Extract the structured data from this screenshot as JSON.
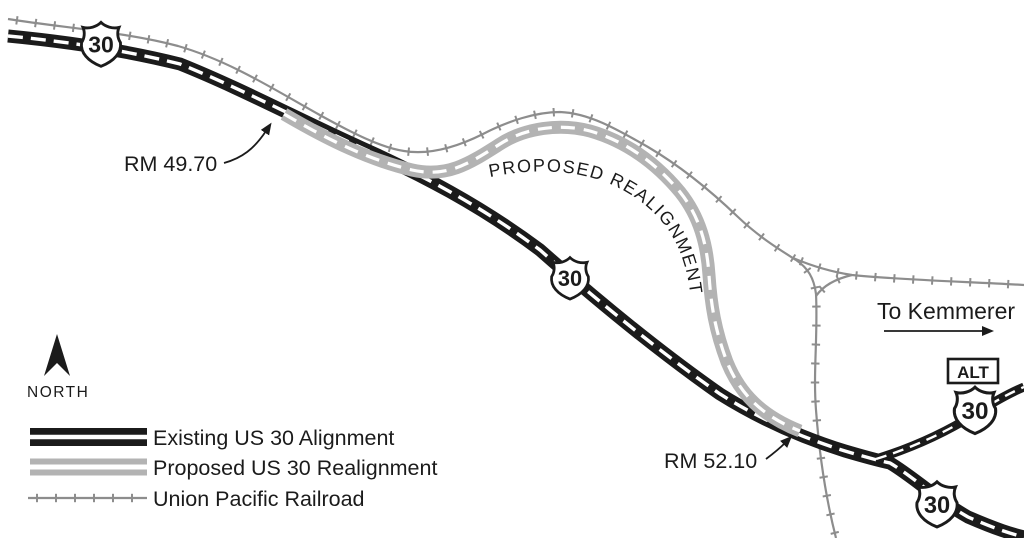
{
  "labels": {
    "rm_4970": "RM 49.70",
    "rm_5210": "RM 52.10",
    "proposed_realignment": "PROPOSED REALIGNMENT",
    "to_kemmerer": "To Kemmerer",
    "north": "NORTH"
  },
  "shields": {
    "top_left": "30",
    "middle": "30",
    "alt_badge": "ALT",
    "alt_shield": "30",
    "bottom_right": "30"
  },
  "legend": {
    "items": [
      {
        "label": "Existing US 30 Alignment",
        "symbol": "existing-road"
      },
      {
        "label": "Proposed US 30 Realignment",
        "symbol": "proposed-road"
      },
      {
        "label": "Union Pacific Railroad",
        "symbol": "railroad"
      }
    ]
  },
  "colors": {
    "road_black": "#1b1b1b",
    "road_gray": "#b3b3b3",
    "rail_gray": "#8d8d8d",
    "text": "#1b1b1b",
    "background": "#ffffff"
  }
}
